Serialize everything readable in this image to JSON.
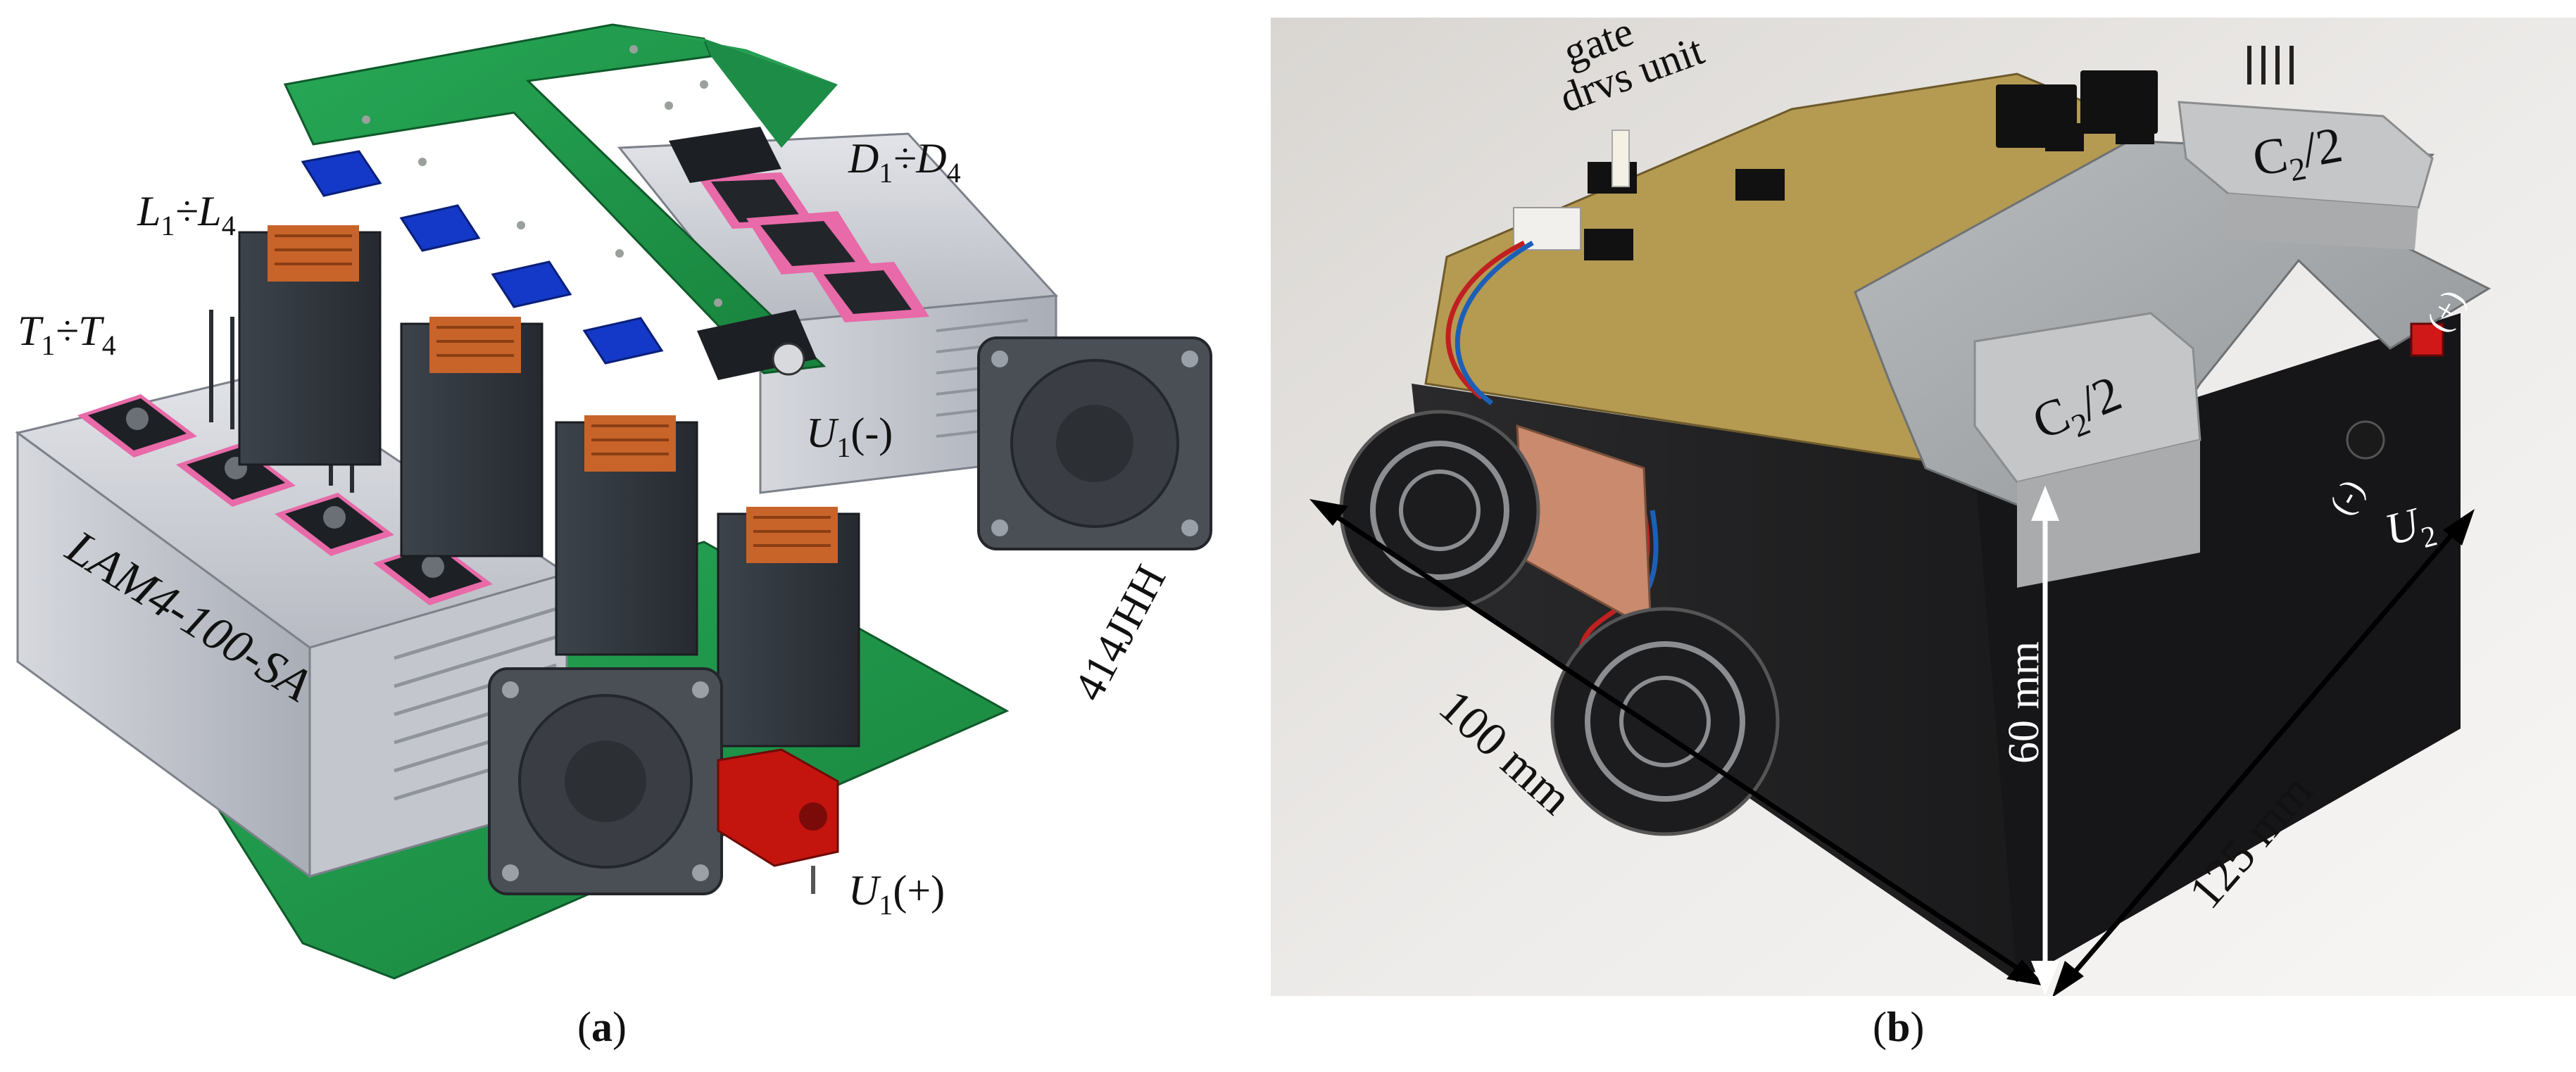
{
  "panel_a": {
    "labels": {
      "inductors": "L",
      "inductors_sub1": "1",
      "inductors_div": "÷L",
      "inductors_sub2": "4",
      "transistors": "T",
      "transistors_sub1": "1",
      "transistors_div": "÷T",
      "transistors_sub2": "4",
      "diodes": "D",
      "diodes_sub1": "1",
      "diodes_div": "÷D",
      "diodes_sub2": "4",
      "heatsink_model": "LAM4-100-SA",
      "fan_model": "414JHH",
      "u1_minus": "U",
      "u1_minus_sub": "1",
      "u1_minus_sign": "(-)",
      "u1_plus": "U",
      "u1_plus_sub": "1",
      "u1_plus_sign": "(+)"
    },
    "caption_open": "(",
    "caption_letter": "a",
    "caption_close": ")"
  },
  "panel_b": {
    "labels": {
      "gate_line1": "gate",
      "gate_line2": "drvs unit",
      "cap_top": "C",
      "cap_top_sub": "2",
      "cap_top_div": "/2",
      "cap_front": "C",
      "cap_front_sub": "2",
      "cap_front_div": "/2",
      "plus_sign": "(+)",
      "minus_sign": "(-)",
      "u2": "U",
      "u2_sub": "2",
      "dim_depth": "100 mm",
      "dim_height": "60 mm",
      "dim_width": "125 mm"
    },
    "caption_open": "(",
    "caption_letter": "b",
    "caption_close": ")"
  },
  "colors": {
    "pcb_green": "#1f9a4a",
    "heatsink_silver": "#c9ccd3",
    "inductor_dark": "#353b43",
    "copper": "#c8642a",
    "blue_part": "#1439c8",
    "pink_pad": "#e86aa8",
    "fan_gray": "#4a4f56",
    "connector_red": "#c4140e",
    "photo_black": "#1b1b1d",
    "photo_capacitor": "#c4c6c7"
  },
  "icons": [
    "fan-icon",
    "connector-icon",
    "dimension-arrow-icon"
  ]
}
